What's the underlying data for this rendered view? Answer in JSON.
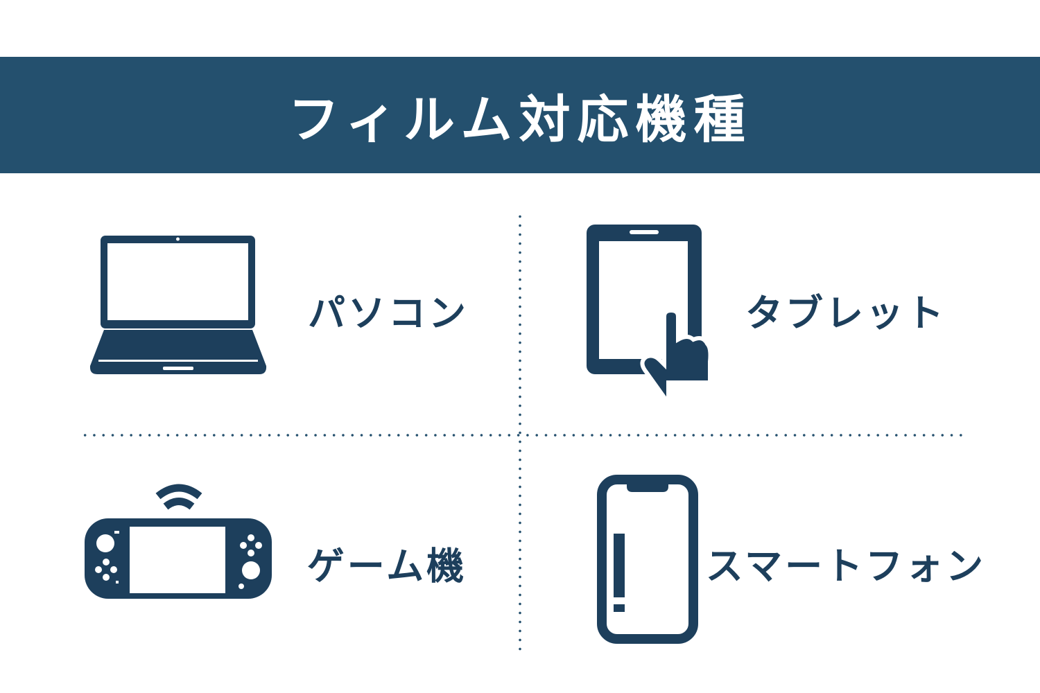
{
  "title": "フィルム対応機種",
  "colors": {
    "banner": "#24506e",
    "icon": "#1d3f5c"
  },
  "devices": [
    {
      "label": "パソコン",
      "icon": "laptop-icon"
    },
    {
      "label": "タブレット",
      "icon": "tablet-icon"
    },
    {
      "label": "ゲーム機",
      "icon": "game-console-icon"
    },
    {
      "label": "スマートフォン",
      "icon": "smartphone-icon"
    }
  ]
}
